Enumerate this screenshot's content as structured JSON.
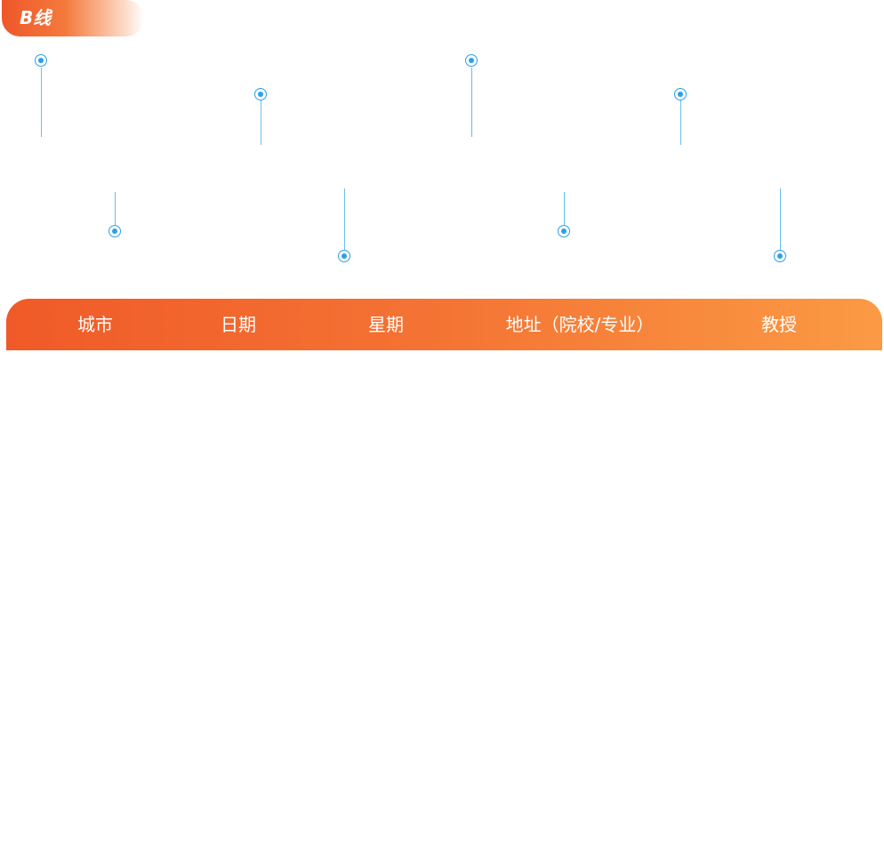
{
  "route": {
    "label": "B线"
  },
  "table_header": {
    "columns": [
      "城市",
      "日期",
      "星期",
      "地址（院校/专业）",
      "教授"
    ]
  },
  "colors": {
    "accent_orange_start": "#f05a28",
    "accent_orange_end": "#fb9a44",
    "marker_blue": "#2aa0ea",
    "header_text": "#ffffff"
  },
  "icons": {
    "timeline_marker": "timeline-node-icon"
  }
}
